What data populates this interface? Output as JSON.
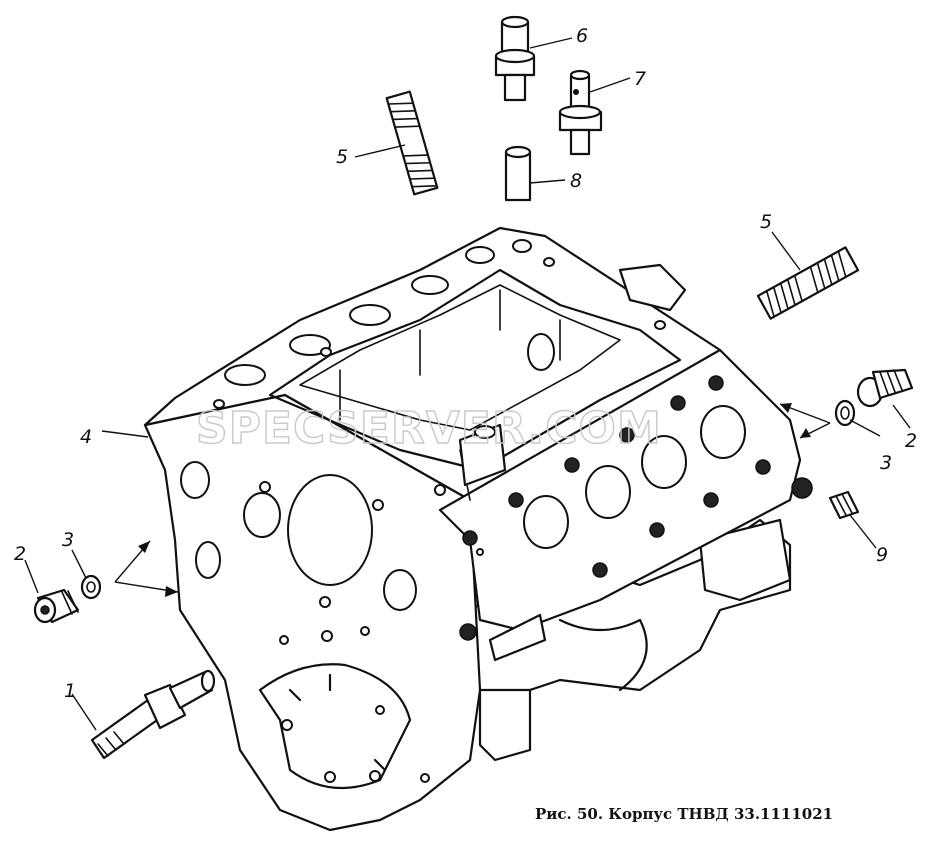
{
  "caption": "Рис. 50. Корпус ТНВД 33.1111021",
  "watermark": "SPECSERVER.COM",
  "callouts": [
    {
      "id": "c1",
      "label": "1"
    },
    {
      "id": "c2a",
      "label": "2"
    },
    {
      "id": "c2b",
      "label": "2"
    },
    {
      "id": "c3a",
      "label": "3"
    },
    {
      "id": "c3b",
      "label": "3"
    },
    {
      "id": "c4",
      "label": "4"
    },
    {
      "id": "c5a",
      "label": "5"
    },
    {
      "id": "c5b",
      "label": "5"
    },
    {
      "id": "c6",
      "label": "6"
    },
    {
      "id": "c7",
      "label": "7"
    },
    {
      "id": "c8",
      "label": "8"
    },
    {
      "id": "c9",
      "label": "9"
    }
  ]
}
